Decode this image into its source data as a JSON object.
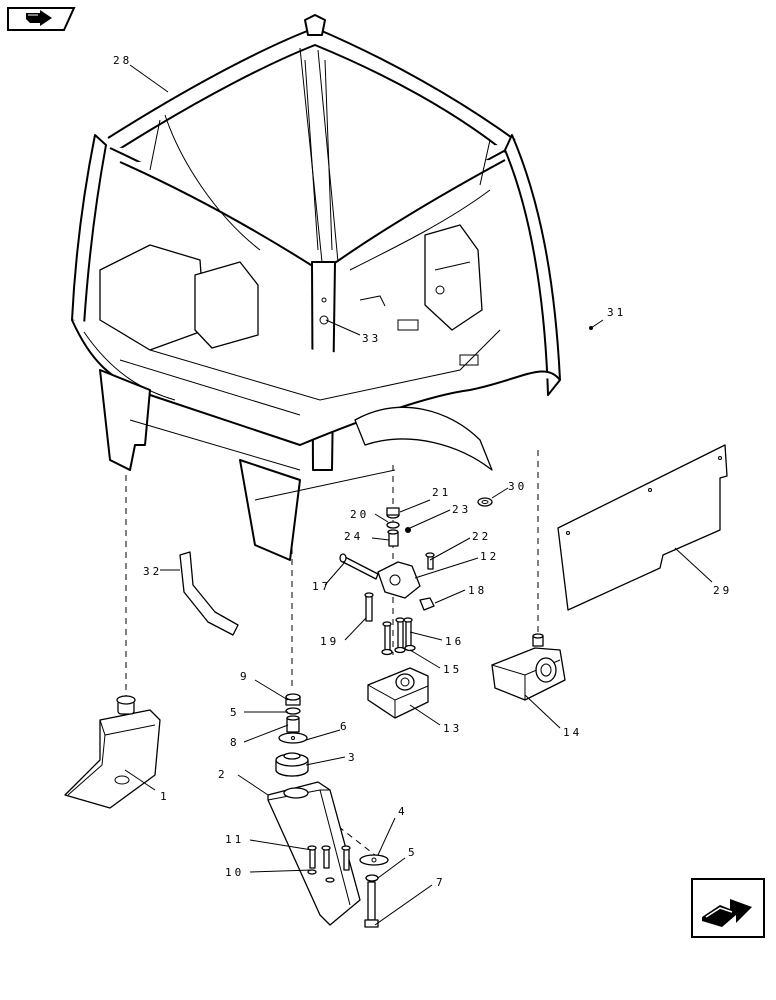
{
  "diagram": {
    "callouts": [
      {
        "id": "c1",
        "text": "1"
      },
      {
        "id": "c2",
        "text": "2"
      },
      {
        "id": "c3",
        "text": "3"
      },
      {
        "id": "c4",
        "text": "4"
      },
      {
        "id": "c5a",
        "text": "5"
      },
      {
        "id": "c5b",
        "text": "5"
      },
      {
        "id": "c6",
        "text": "6"
      },
      {
        "id": "c7",
        "text": "7"
      },
      {
        "id": "c8",
        "text": "8"
      },
      {
        "id": "c9",
        "text": "9"
      },
      {
        "id": "c10",
        "text": "10"
      },
      {
        "id": "c11",
        "text": "11"
      },
      {
        "id": "c12",
        "text": "12"
      },
      {
        "id": "c13",
        "text": "13"
      },
      {
        "id": "c14",
        "text": "14"
      },
      {
        "id": "c15",
        "text": "15"
      },
      {
        "id": "c16",
        "text": "16"
      },
      {
        "id": "c17",
        "text": "17"
      },
      {
        "id": "c18",
        "text": "18"
      },
      {
        "id": "c19",
        "text": "19"
      },
      {
        "id": "c20",
        "text": "20"
      },
      {
        "id": "c21",
        "text": "21"
      },
      {
        "id": "c22",
        "text": "22"
      },
      {
        "id": "c23",
        "text": "23"
      },
      {
        "id": "c24",
        "text": "24"
      },
      {
        "id": "c28",
        "text": "28"
      },
      {
        "id": "c29",
        "text": "29"
      },
      {
        "id": "c30",
        "text": "30"
      },
      {
        "id": "c31",
        "text": "31"
      },
      {
        "id": "c32",
        "text": "32"
      },
      {
        "id": "c33",
        "text": "33"
      }
    ]
  },
  "navigation": {
    "back_icon": "back-arrow-icon",
    "next_icon": "next-arrow-icon"
  }
}
